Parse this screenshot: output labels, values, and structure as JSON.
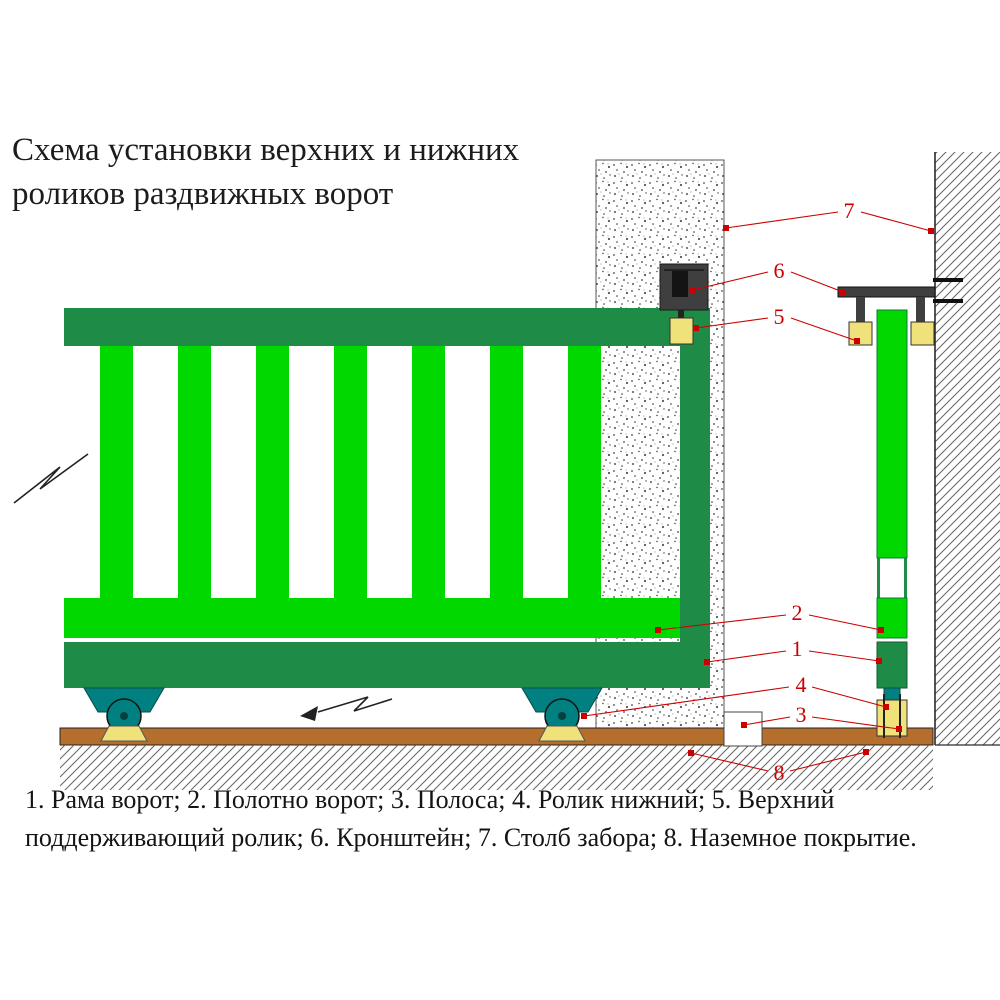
{
  "title": {
    "line1": "Схема установки верхних и нижних",
    "line2": "роликов раздвижных ворот"
  },
  "legend": {
    "line1": "1. Рама ворот; 2. Полотно ворот; 3. Полоса; 4. Ролик нижний; 5. Верхний",
    "line2": "поддерживающий ролик; 6. Кронштейн; 7. Столб забора; 8. Наземное покрытие."
  },
  "callouts": [
    {
      "number": "1",
      "label": "Рама ворот"
    },
    {
      "number": "2",
      "label": "Полотно ворот"
    },
    {
      "number": "3",
      "label": "Полоса"
    },
    {
      "number": "4",
      "label": "Ролик нижний"
    },
    {
      "number": "5",
      "label": "Верхний поддерживающий ролик"
    },
    {
      "number": "6",
      "label": "Кронштейн"
    },
    {
      "number": "7",
      "label": "Столб забора"
    },
    {
      "number": "8",
      "label": "Наземное покрытие"
    }
  ],
  "colors": {
    "frame_green": "#1e8c46",
    "panel_green": "#00d800",
    "roller_teal": "#008080",
    "bracket_yellow": "#f0e27a",
    "bracket_dark": "#3f3f3f",
    "ground_brown": "#b46f2c",
    "callout_red": "#cc0000"
  }
}
